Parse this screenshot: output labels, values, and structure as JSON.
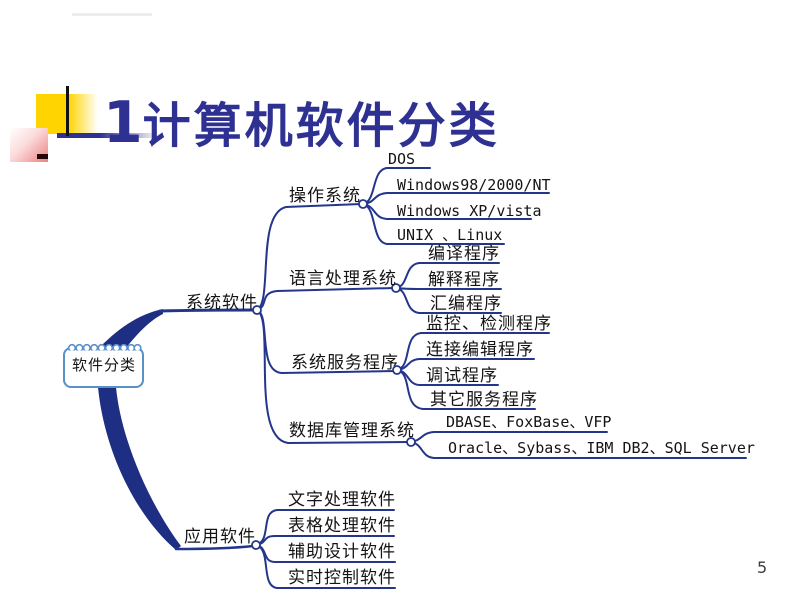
{
  "title": {
    "prefix": "1",
    "text": "计算机软件分类"
  },
  "page": {
    "number": "5"
  },
  "mindmap": {
    "root": "软件分类",
    "system": {
      "label": "系统软件",
      "groups": [
        {
          "label": "操作系统",
          "children": [
            "DOS",
            "Windows98/2000/NT",
            "Windows XP/vista",
            "UNIX 、Linux"
          ]
        },
        {
          "label": "语言处理系统",
          "children": [
            "编译程序",
            "解释程序",
            "汇编程序"
          ]
        },
        {
          "label": "系统服务程序",
          "children": [
            "监控、检测程序",
            "连接编辑程序",
            "调试程序",
            "其它服务程序"
          ]
        },
        {
          "label": "数据库管理系统",
          "children": [
            "DBASE、FoxBase、VFP",
            "Oracle、Sybass、IBM DB2、SQL Server"
          ]
        }
      ]
    },
    "application": {
      "label": "应用软件",
      "children": [
        "文字处理软件",
        "表格处理软件",
        "辅助设计软件",
        "实时控制软件"
      ]
    }
  },
  "colors": {
    "branch": "#24368C",
    "title": "#2E3192",
    "node_border": "#5A8FC8",
    "accent_yellow": "#FFD400",
    "accent_pink": "#EA8383"
  }
}
